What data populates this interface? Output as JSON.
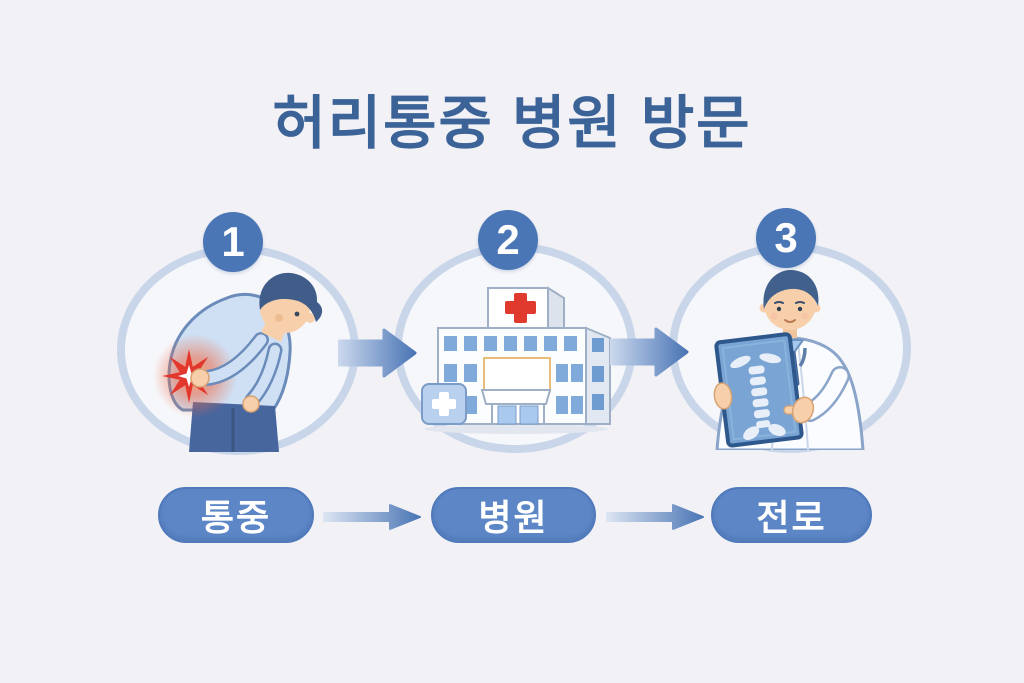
{
  "title": "허리통중 병원 방문",
  "steps": [
    {
      "number": "1",
      "label": "통중",
      "icon": "back-pain-person-icon"
    },
    {
      "number": "2",
      "label": "병원",
      "icon": "hospital-building-icon"
    },
    {
      "number": "3",
      "label": "전로",
      "icon": "doctor-xray-icon"
    }
  ],
  "colors": {
    "background": "#f1f1f6",
    "title_text": "#3b6397",
    "step_badge": "#4a76b6",
    "circle_border": "#c9d6ea",
    "label_pill": "#5c86c6",
    "arrow_dark": "#4a75b5",
    "arrow_light": "#ccd9ee",
    "cross_red": "#e03a2f",
    "pain_star_red": "#e2372d"
  }
}
